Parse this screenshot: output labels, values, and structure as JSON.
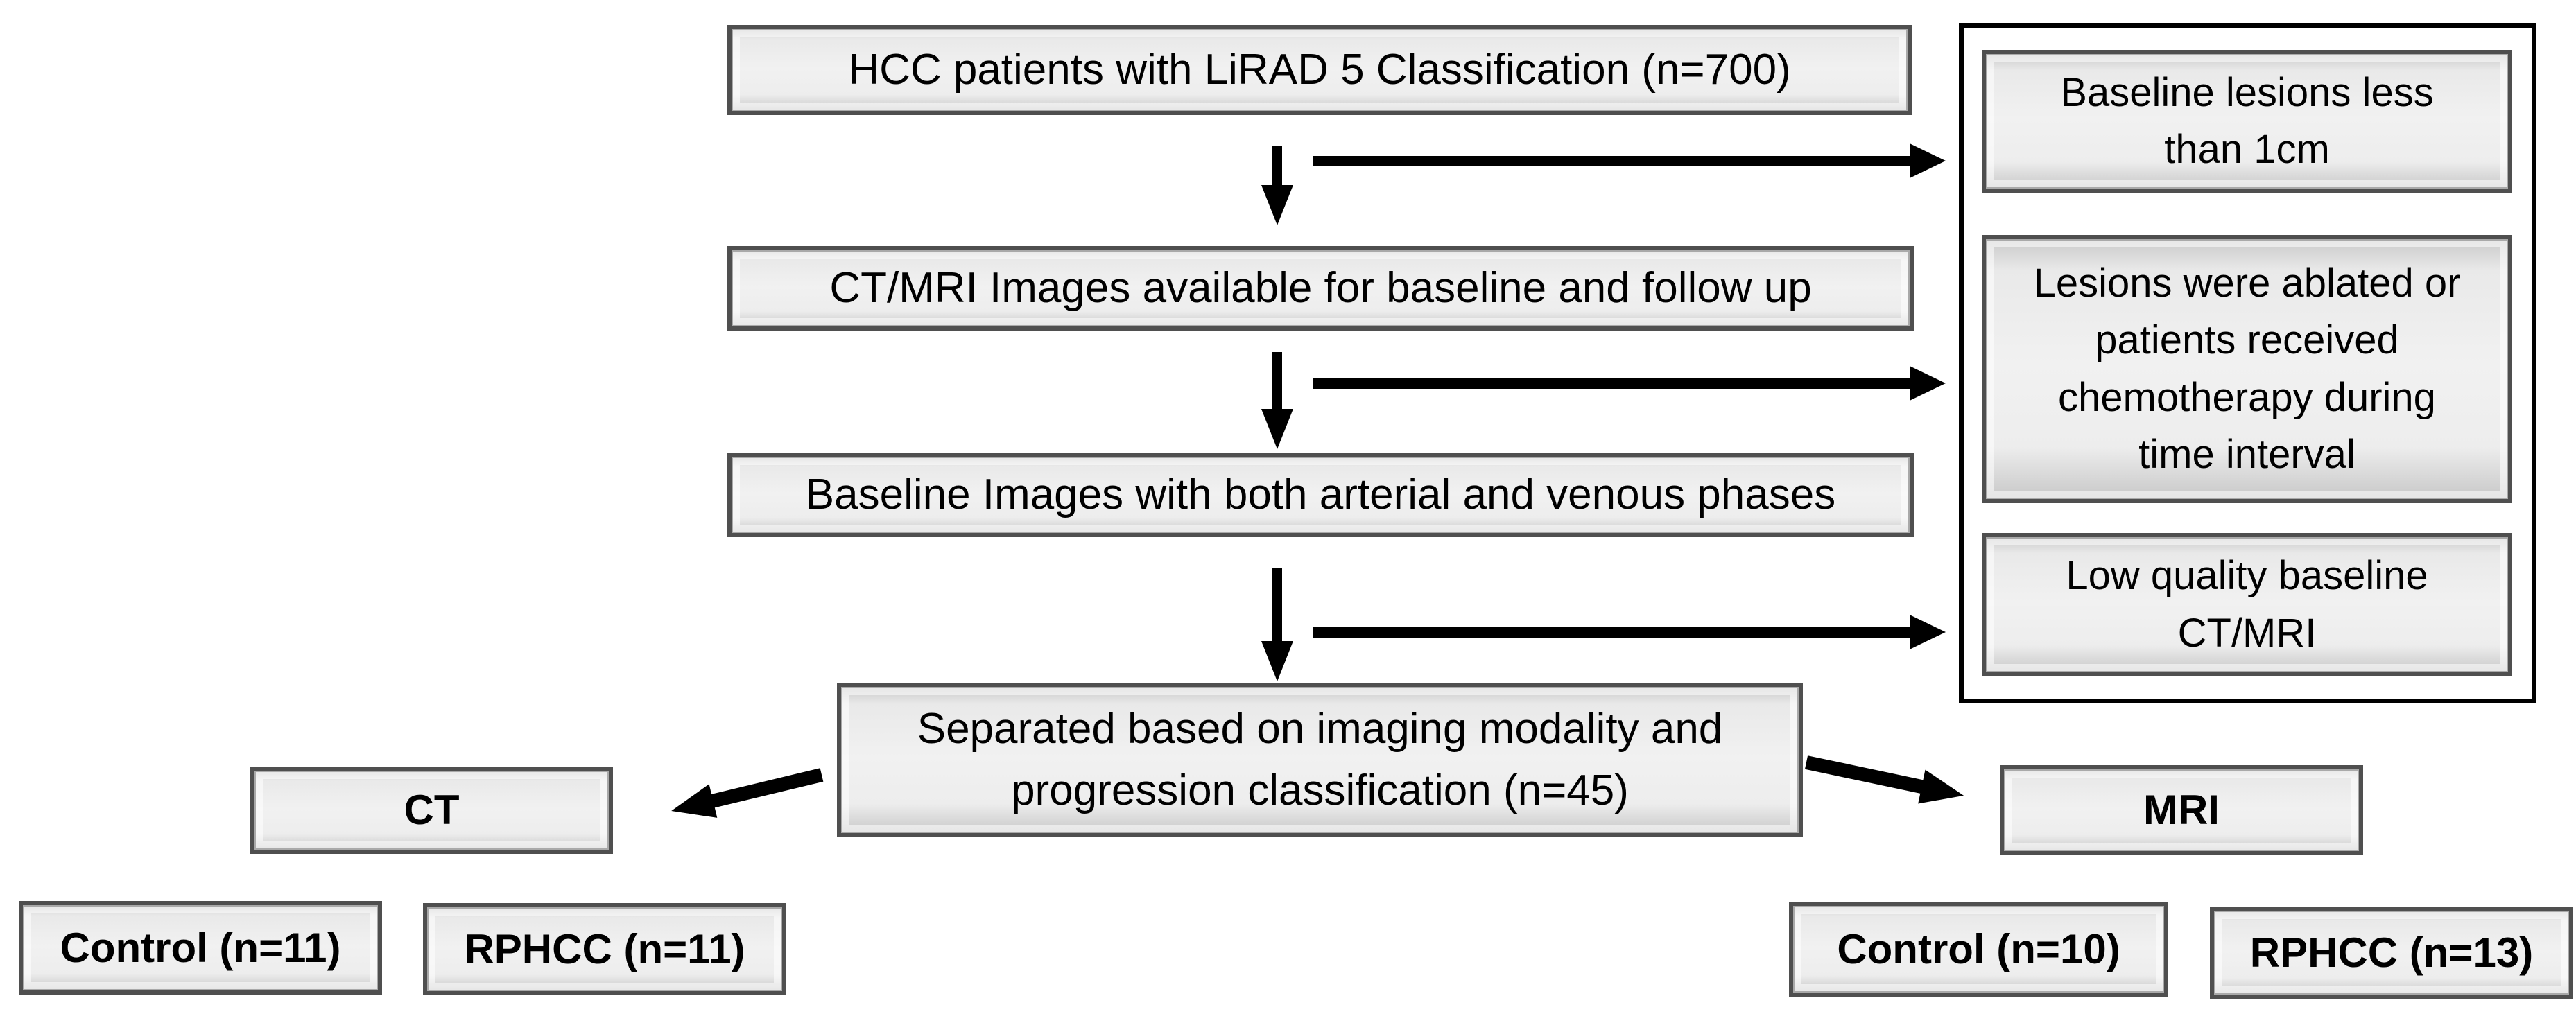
{
  "flow_steps": [
    "HCC patients with LiRAD 5 Classification (n=700)",
    "CT/MRI Images available for baseline and follow up",
    "Baseline Images with both arterial and venous phases",
    "Separated based on imaging modality and progression classification (n=45)"
  ],
  "exclusions": [
    "Baseline lesions less than 1cm",
    "Lesions were ablated or patients received chemotherapy during time interval",
    "Low quality baseline CT/MRI"
  ],
  "modalities": {
    "ct": "CT",
    "mri": "MRI"
  },
  "groups": {
    "ct_control": "Control (n=11)",
    "ct_rphcc": "RPHCC (n=11)",
    "mri_control": "Control (n=10)",
    "mri_rphcc": "RPHCC (n=13)"
  },
  "colors": {
    "background": "#ffffff",
    "box_fill": "#ececec",
    "box_border": "#4f4f4f",
    "panel_border": "#000000",
    "arrow": "#000000",
    "text": "#000000"
  }
}
